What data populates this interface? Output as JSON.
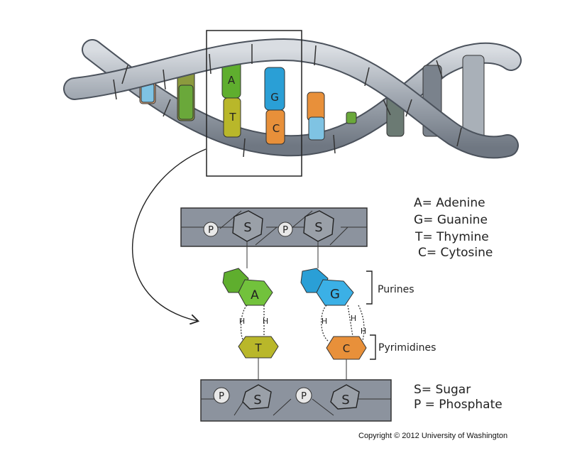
{
  "helix": {
    "pairs": [
      {
        "top": "A",
        "bottom": "T"
      },
      {
        "top": "G",
        "bottom": "C"
      }
    ]
  },
  "legend": {
    "bases": [
      "A= Adenine",
      "G= Guanine",
      "T= Thymine",
      "C= Cytosine"
    ],
    "components": [
      "S= Sugar",
      "P = Phosphate"
    ]
  },
  "detail": {
    "purines_label": "Purines",
    "pyrimidines_label": "Pyrimidines",
    "sugar_letter": "S",
    "phosphate_letter": "P",
    "hbond_letter": "H",
    "bases": {
      "adenine": "A",
      "guanine": "G",
      "thymine": "T",
      "cytosine": "C"
    }
  },
  "colors": {
    "adenine": "#5fae2e",
    "guanine": "#2a9fd6",
    "thymine": "#b9b72a",
    "cytosine": "#e8903a",
    "backbone": "#9aa1ab",
    "band": "#8c939e"
  },
  "copyright": "Copyright © 2012 University of Washington"
}
